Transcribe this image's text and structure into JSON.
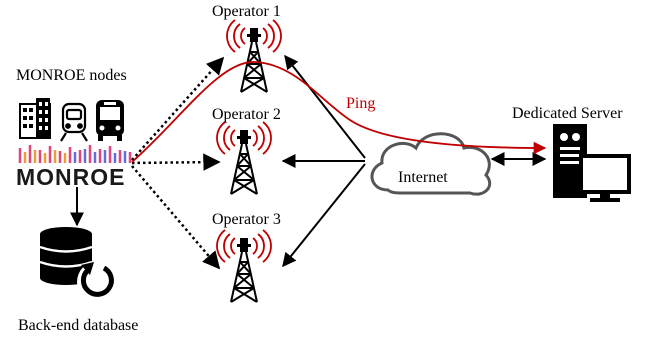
{
  "labels": {
    "monroe_nodes": "MONROE nodes",
    "operator_1": "Operator 1",
    "operator_2": "Operator 2",
    "operator_3": "Operator 3",
    "ping": "Ping",
    "internet": "Internet",
    "dedicated_server": "Dedicated Server",
    "backend_db": "Back-end database",
    "logo": "MONROE"
  },
  "colors": {
    "ping": "#c00000",
    "signal": "#c00000",
    "stroke": "#000000",
    "logo_stripes": [
      "#e0457b",
      "#f29b36",
      "#f2c04a",
      "#6a6ad8",
      "#9b59b6"
    ]
  },
  "icons": [
    "building-icon",
    "train-icon",
    "bus-icon",
    "tower-icon",
    "cloud-icon",
    "database-icon",
    "server-icon",
    "monitor-icon"
  ]
}
